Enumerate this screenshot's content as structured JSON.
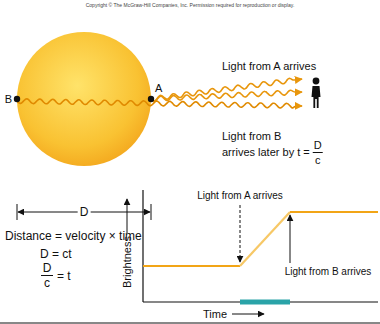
{
  "diagram": {
    "labels": [
      "Copyright © The McGraw-Hill Companies, Inc. Permission required for reproduction or display.",
      "B",
      "A",
      "Light from A arrives",
      "Light from B",
      "arrives later by t =",
      "D",
      "c",
      "D",
      "Distance = velocity × time",
      "D = ct",
      "D",
      "c",
      "= t",
      "Light from A arrives",
      "Light from B arrives",
      "Brightness",
      "Time"
    ]
  }
}
